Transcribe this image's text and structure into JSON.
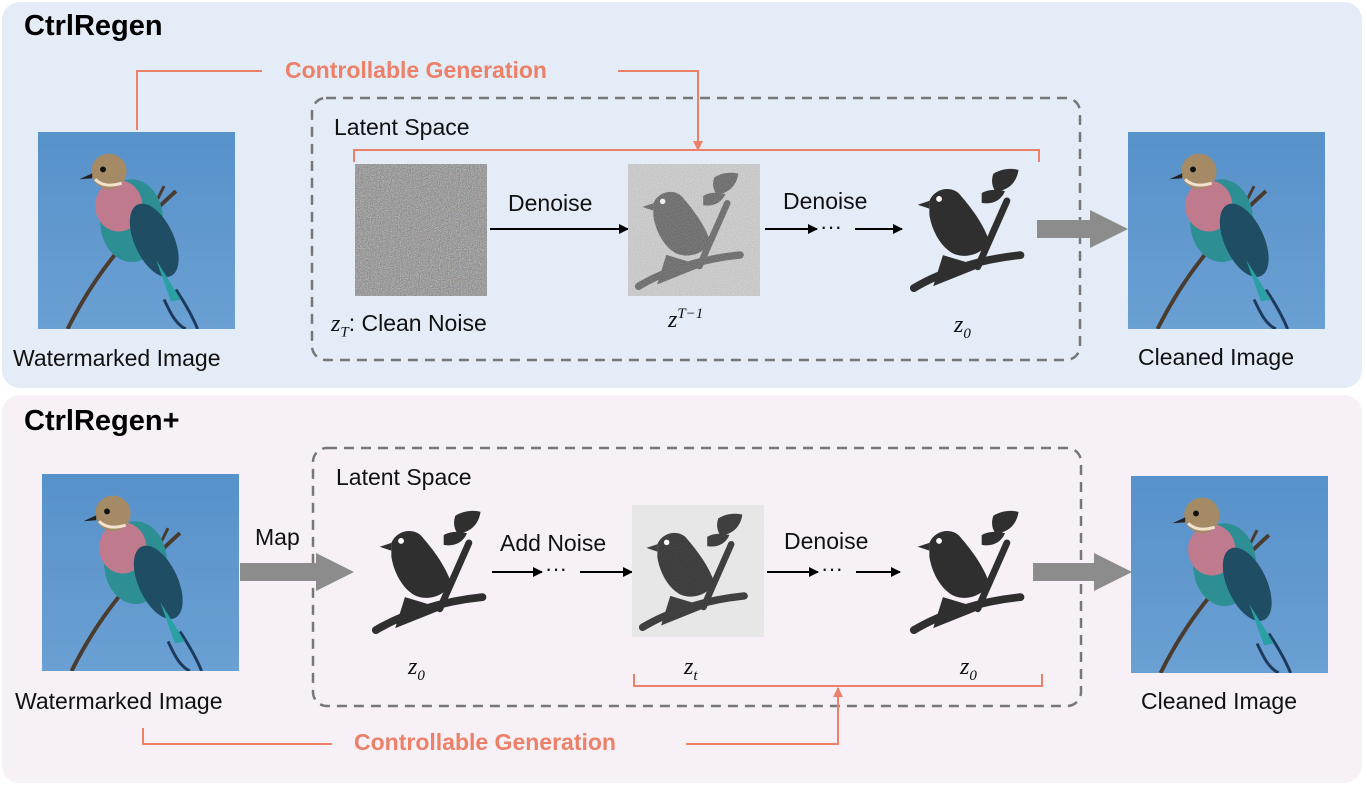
{
  "colors": {
    "top_panel_bg": "#e4ecf8",
    "bottom_panel_bg": "#f7f0f6",
    "control_accent": "#ec8068",
    "latent_box_border": "#777777",
    "big_arrow": "#8c8c8c",
    "glyph": "#2f2f2f",
    "sky": "#5b93c9"
  },
  "top": {
    "title": "CtrlRegen",
    "control_label": "Controllable Generation",
    "latent_label": "Latent Space",
    "denoise_1": "Denoise",
    "denoise_2": "Denoise",
    "ellipsis": "···",
    "zT_var": "z",
    "zT_sub": "T",
    "zT_text": ": Clean Noise",
    "zT1_var": "z",
    "zT1_sup": "T−1",
    "z0_var": "z",
    "z0_sub": "0",
    "input_caption": "Watermarked Image",
    "output_caption": "Cleaned Image",
    "icons": {
      "input_photo": "bird-photo",
      "noise_tile": "noise-tile",
      "noisy_bird_tile": "noisy-bird-tile",
      "bird_glyph": "bird-glyph-icon"
    }
  },
  "bottom": {
    "title": "CtrlRegen+",
    "map_label": "Map",
    "latent_label": "Latent Space",
    "add_noise": "Add Noise",
    "denoise": "Denoise",
    "ellipsis_1": "···",
    "ellipsis_2": "···",
    "z0a_var": "z",
    "z0a_sub": "0",
    "zt_var": "z",
    "zt_sub": "t",
    "z0b_var": "z",
    "z0b_sub": "0",
    "control_label": "Controllable Generation",
    "input_caption": "Watermarked Image",
    "output_caption": "Cleaned Image"
  }
}
